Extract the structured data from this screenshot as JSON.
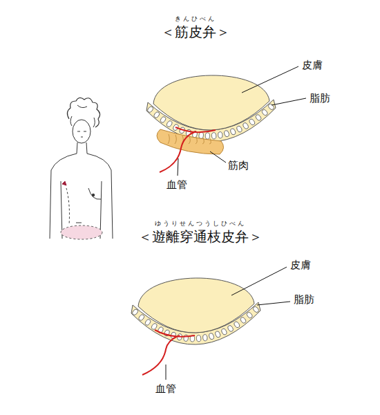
{
  "diagram": {
    "labels": [
      "きんひべん",
      "＜筋皮弁＞",
      "皮膚",
      "脂肪",
      "筋肉",
      "血管",
      "ゆうりせんつうしひべん",
      "＜遊離穿通枝皮弁＞",
      "皮膚",
      "脂肪",
      "血管"
    ]
  }
}
